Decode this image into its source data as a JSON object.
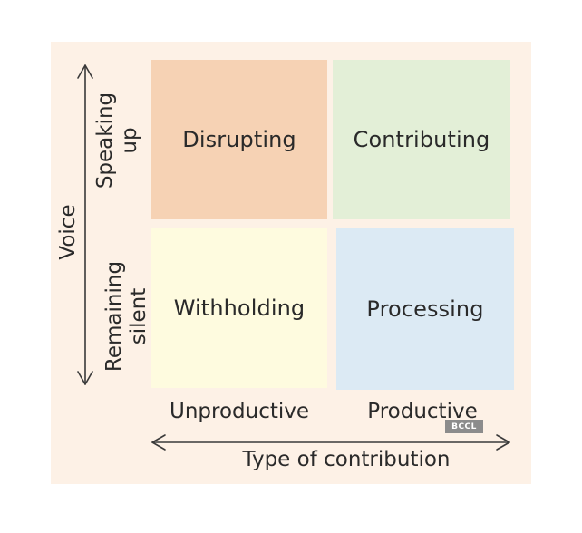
{
  "axes": {
    "y_title": "Voice",
    "y_top": "Speaking\nup",
    "y_bottom": "Remaining\nsilent",
    "x_left": "Unproductive",
    "x_right": "Productive",
    "x_title": "Type of contribution"
  },
  "quadrants": {
    "top_left": "Disrupting",
    "top_right": "Contributing",
    "bottom_left": "Withholding",
    "bottom_right": "Processing"
  },
  "watermark": "BCCL",
  "colors": {
    "panel": "#fdf1e6",
    "disrupting": "#f6d2b4",
    "contributing": "#e3efd7",
    "withholding": "#fefbdf",
    "processing": "#dceaf4",
    "text": "#2a2a2a"
  }
}
